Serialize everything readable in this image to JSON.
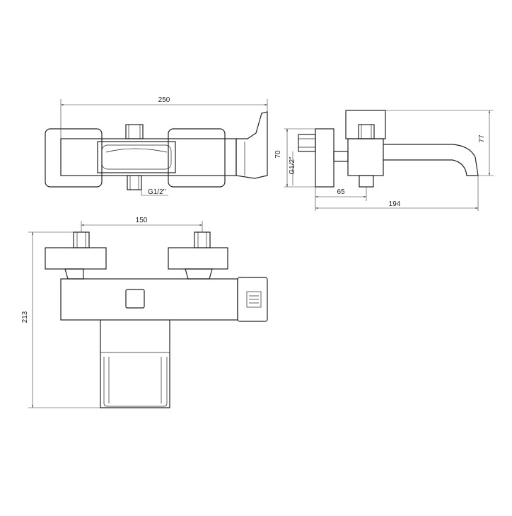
{
  "colors": {
    "stroke": "#222222",
    "background": "#ffffff"
  },
  "dimensions": {
    "top_width": "250",
    "thread_top": "G1/2\"",
    "side_height": "70",
    "thread_side": "G1/2\"",
    "side_projection": "77",
    "side_offset": "65",
    "side_depth": "194",
    "front_spacing": "150",
    "front_height": "213"
  }
}
